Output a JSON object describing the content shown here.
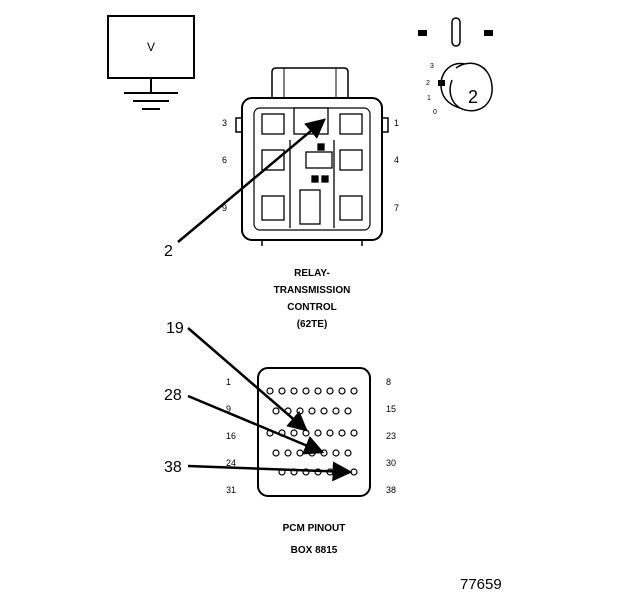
{
  "meter": {
    "label": "V"
  },
  "ohmmeter_positions": [
    "3",
    "2",
    "1",
    "0"
  ],
  "key_label": "2",
  "relay": {
    "pins_left": [
      "3",
      "6",
      "9"
    ],
    "pins_right": [
      "1",
      "4",
      "7"
    ],
    "callout": "2",
    "caption": [
      "RELAY-",
      "TRANSMISSION",
      "CONTROL",
      "(62TE)"
    ]
  },
  "pcm": {
    "left_numbers": [
      "1",
      "9",
      "16",
      "24",
      "31"
    ],
    "right_numbers": [
      "8",
      "15",
      "23",
      "30",
      "38"
    ],
    "callouts": [
      "19",
      "28",
      "38"
    ],
    "caption": [
      "PCM PINOUT",
      "BOX 8815"
    ]
  },
  "figure_number": "77659"
}
